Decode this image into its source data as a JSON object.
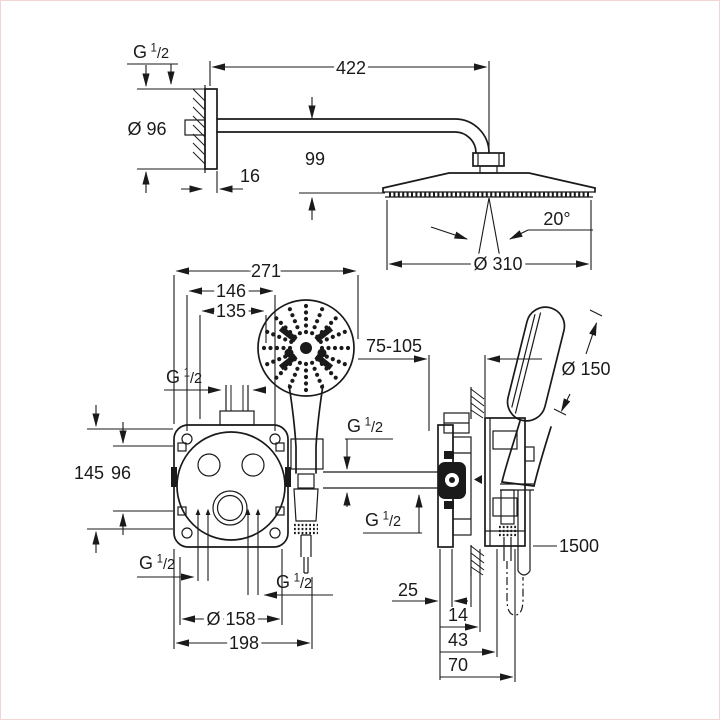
{
  "drawing": {
    "type": "shower-system-installation-diagram",
    "units_implied": "mm",
    "colors": {
      "line": "#1a1a1a",
      "background": "#ffffff"
    },
    "head_view": {
      "thread": "G 1/2",
      "arm_length": "422",
      "flange_diameter": "Ø 96",
      "height_offset": "99",
      "wall_thickness": "16",
      "spray_angle": "20°",
      "head_diameter": "Ø 310"
    },
    "front_view": {
      "overall_width": "271",
      "hole_spacing": "146",
      "pipe_spacing": "135",
      "top_thread": "G 1/2",
      "height_outer": "145",
      "height_inner": "96",
      "bottom_left_thread": "G 1/2",
      "bottom_right_thread": "G 1/2",
      "hose_thread": "G 1/2",
      "bolt_circle": "Ø 158",
      "total_width": "198"
    },
    "side_view": {
      "mounting_depth": "75-105",
      "hand_shower_diameter": "Ø 150",
      "outlet_thread": "G 1/2",
      "hose_length": "1500",
      "trim_depth": "25",
      "depth_a": "14",
      "depth_b": "43",
      "depth_c": "70"
    }
  }
}
